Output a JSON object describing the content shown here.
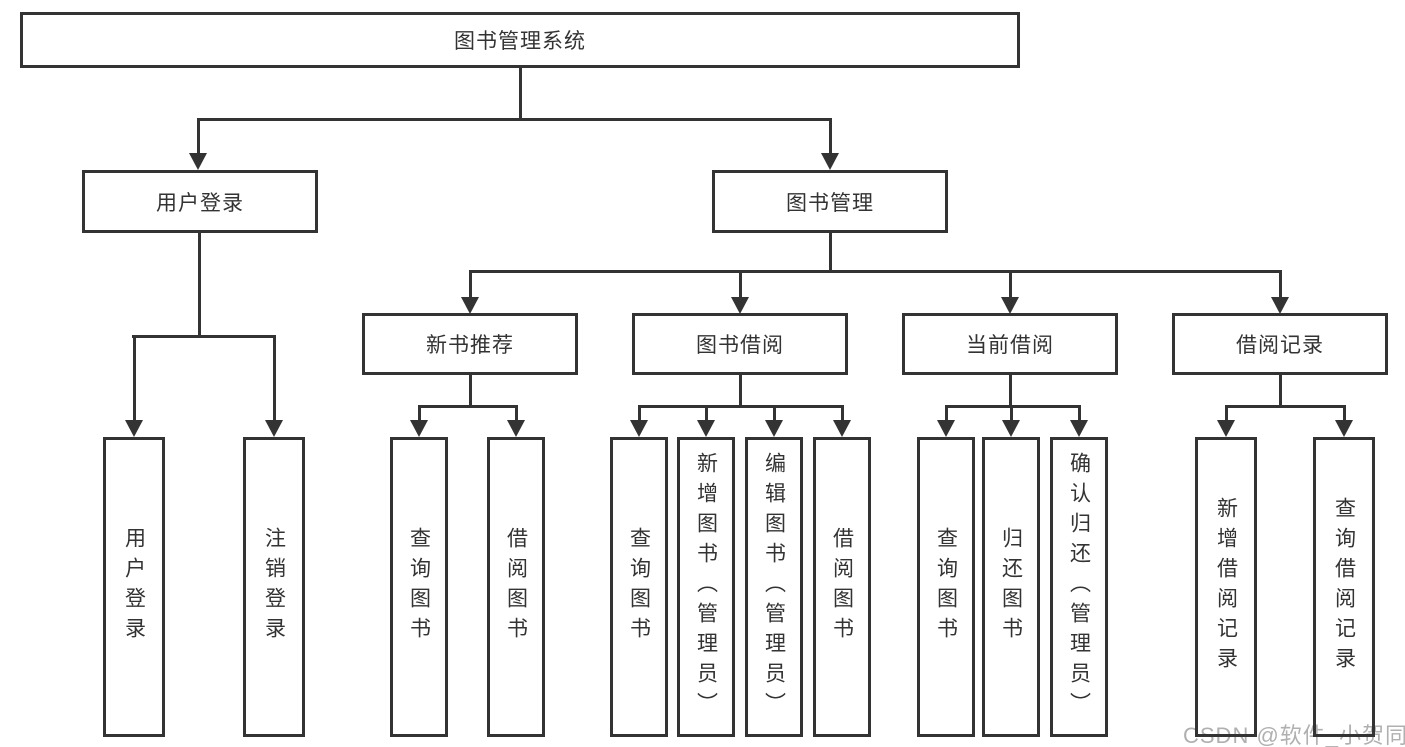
{
  "diagram": {
    "title_node": {
      "label": "图书管理系统"
    },
    "login": {
      "label": "用户登录",
      "children": [
        {
          "label": "用户登录"
        },
        {
          "label": "注销登录"
        }
      ]
    },
    "management": {
      "label": "图书管理",
      "children": [
        {
          "label": "新书推荐",
          "children": [
            {
              "label": "查询图书"
            },
            {
              "label": "借阅图书"
            }
          ]
        },
        {
          "label": "图书借阅",
          "children": [
            {
              "label": "查询图书"
            },
            {
              "label": "新增图书（管理员）"
            },
            {
              "label": "编辑图书（管理员）"
            },
            {
              "label": "借阅图书"
            }
          ]
        },
        {
          "label": "当前借阅",
          "children": [
            {
              "label": "查询图书"
            },
            {
              "label": "归还图书"
            },
            {
              "label": "确认归还（管理员）"
            }
          ]
        },
        {
          "label": "借阅记录",
          "children": [
            {
              "label": "新增借阅记录"
            },
            {
              "label": "查询借阅记录"
            }
          ]
        }
      ]
    }
  },
  "watermark": {
    "text": "CSDN @软件_小贺同学"
  },
  "colors": {
    "line": "#333333",
    "text": "#333333",
    "watermark": "#b0b0b0",
    "background": "#ffffff"
  }
}
